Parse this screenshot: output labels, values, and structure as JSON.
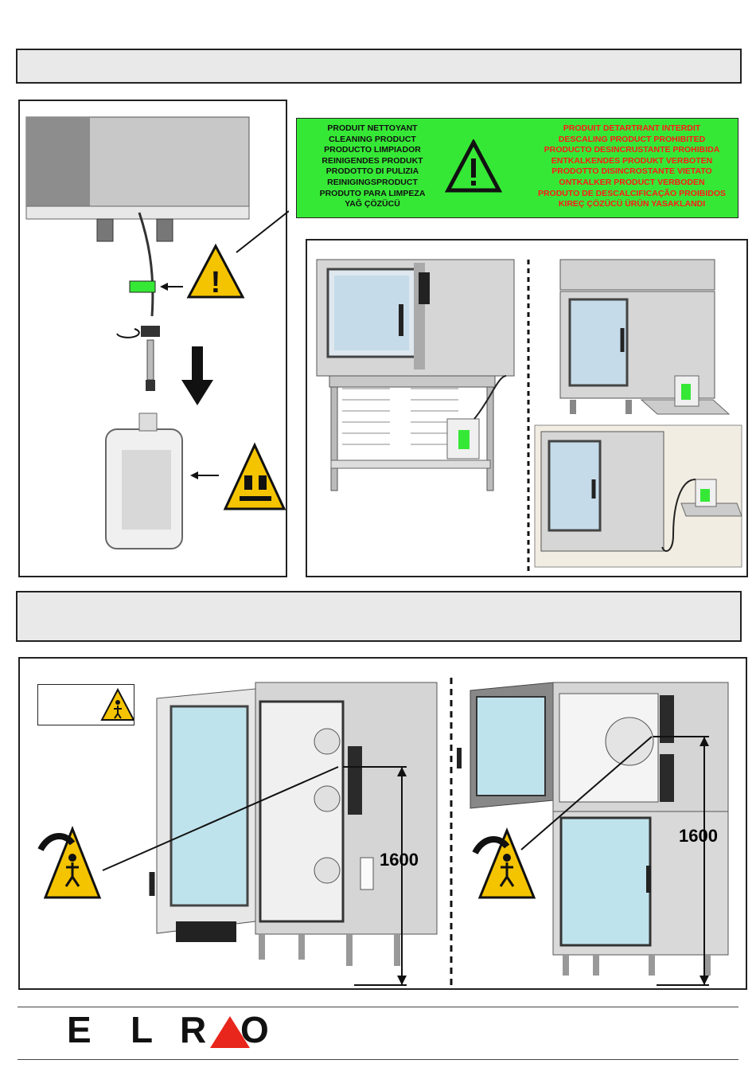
{
  "cleaning_label": {
    "left_lines": [
      "PRODUIT NETTOYANT",
      "CLEANING PRODUCT",
      "PRODUCTO LIMPIADOR",
      "REINIGENDES PRODUKT",
      "PRODOTTO DI PULIZIA",
      "REINIGINGSPRODUCT",
      "PRODUTO PARA LIMPEZA",
      "YAĞ ÇÖZÜCÜ"
    ],
    "right_lines": [
      "PRODUIT DETARTRANT INTERDIT",
      "DESCALING PRODUCT PROHIBITED",
      "PRODUCTO DESINCRUSTANTE PROHIBIDA",
      "ENTKALKENDES PRODUKT VERBOTEN",
      "PRODOTTO DISINCROSTANTE VIETATO",
      "ONTKALKER PRODUCT VERBODEN",
      "PRODUTO DE DESCALCIFICAÇÃO PROIBIDOS",
      "KIREÇ ÇÖZÜCÜ ÜRÜN YASAKLANDI"
    ],
    "right_color": "#ff1a1a",
    "bg_color": "#36e836"
  },
  "dimensions": {
    "left_height": "1600",
    "right_height": "1600"
  },
  "logo": {
    "letters": [
      "E",
      "L",
      "R",
      "O"
    ],
    "triangle_color": "#e8261c"
  }
}
